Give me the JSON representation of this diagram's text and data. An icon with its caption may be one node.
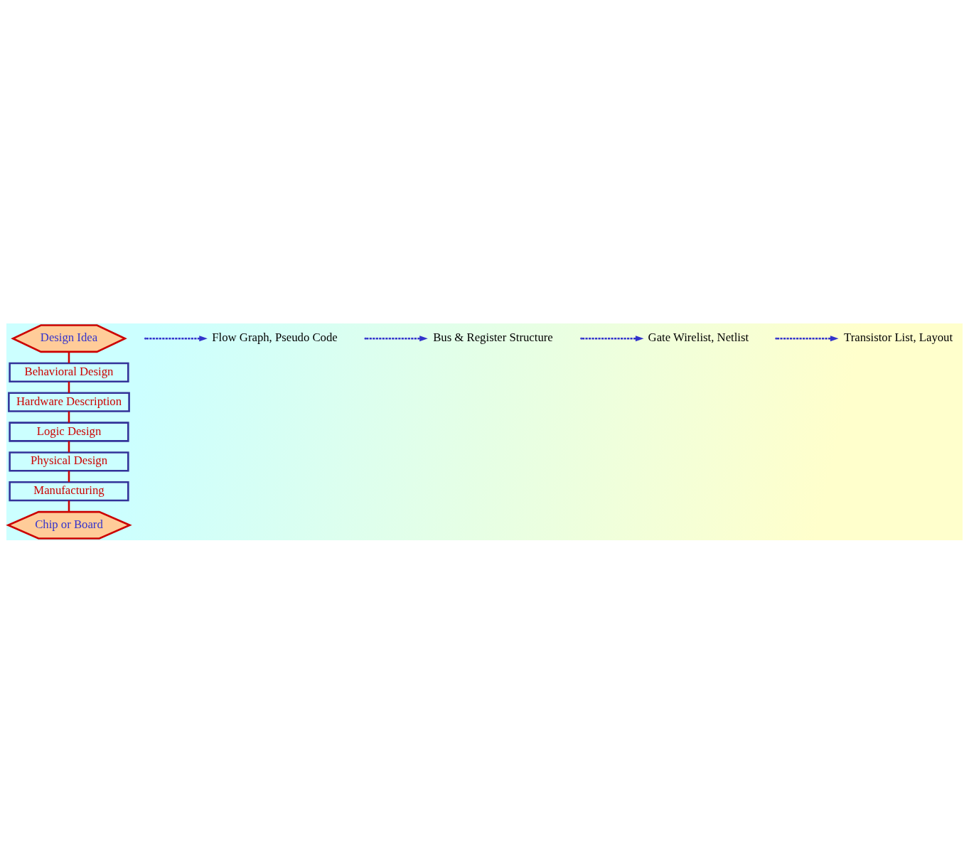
{
  "diagram": {
    "nodes": [
      {
        "text": [
          "Design Idea"
        ]
      },
      {
        "text": [
          "Behavioral Design"
        ]
      },
      {
        "text": [
          "Hardware Description"
        ]
      },
      {
        "text": [
          "Logic Design"
        ]
      },
      {
        "text": [
          "Physical Design"
        ]
      },
      {
        "text": [
          "Manufacturing"
        ]
      },
      {
        "text": [
          "Chip or Board"
        ]
      },
      {
        "text": [
          "Flow Graph, Pseudo Code"
        ]
      },
      {
        "text": [
          "Bus & Register Structure"
        ]
      },
      {
        "text": [
          "Gate Wirelist, Netlist"
        ]
      },
      {
        "text": [
          "Transistor List, Layout"
        ]
      }
    ],
    "edges": [
      {
        "from": 0,
        "to": 1,
        "arrow": "none"
      },
      {
        "from": 1,
        "to": 2,
        "arrow": "none"
      },
      {
        "from": 2,
        "to": 3,
        "arrow": "none"
      },
      {
        "from": 3,
        "to": 4,
        "arrow": "none"
      },
      {
        "from": 4,
        "to": 5,
        "arrow": "none"
      },
      {
        "from": 5,
        "to": 6,
        "arrow": "none"
      },
      {
        "from": null,
        "to": 7,
        "arrow": "to",
        "style": "dashed",
        "color": "#3333cc"
      },
      {
        "from": null,
        "to": 8,
        "arrow": "to",
        "style": "dashed",
        "color": "#3333cc"
      },
      {
        "from": null,
        "to": 9,
        "arrow": "to",
        "style": "dashed",
        "color": "#3333cc"
      },
      {
        "from": null,
        "to": 10,
        "arrow": "to",
        "style": "dashed",
        "color": "#3333cc"
      }
    ]
  }
}
